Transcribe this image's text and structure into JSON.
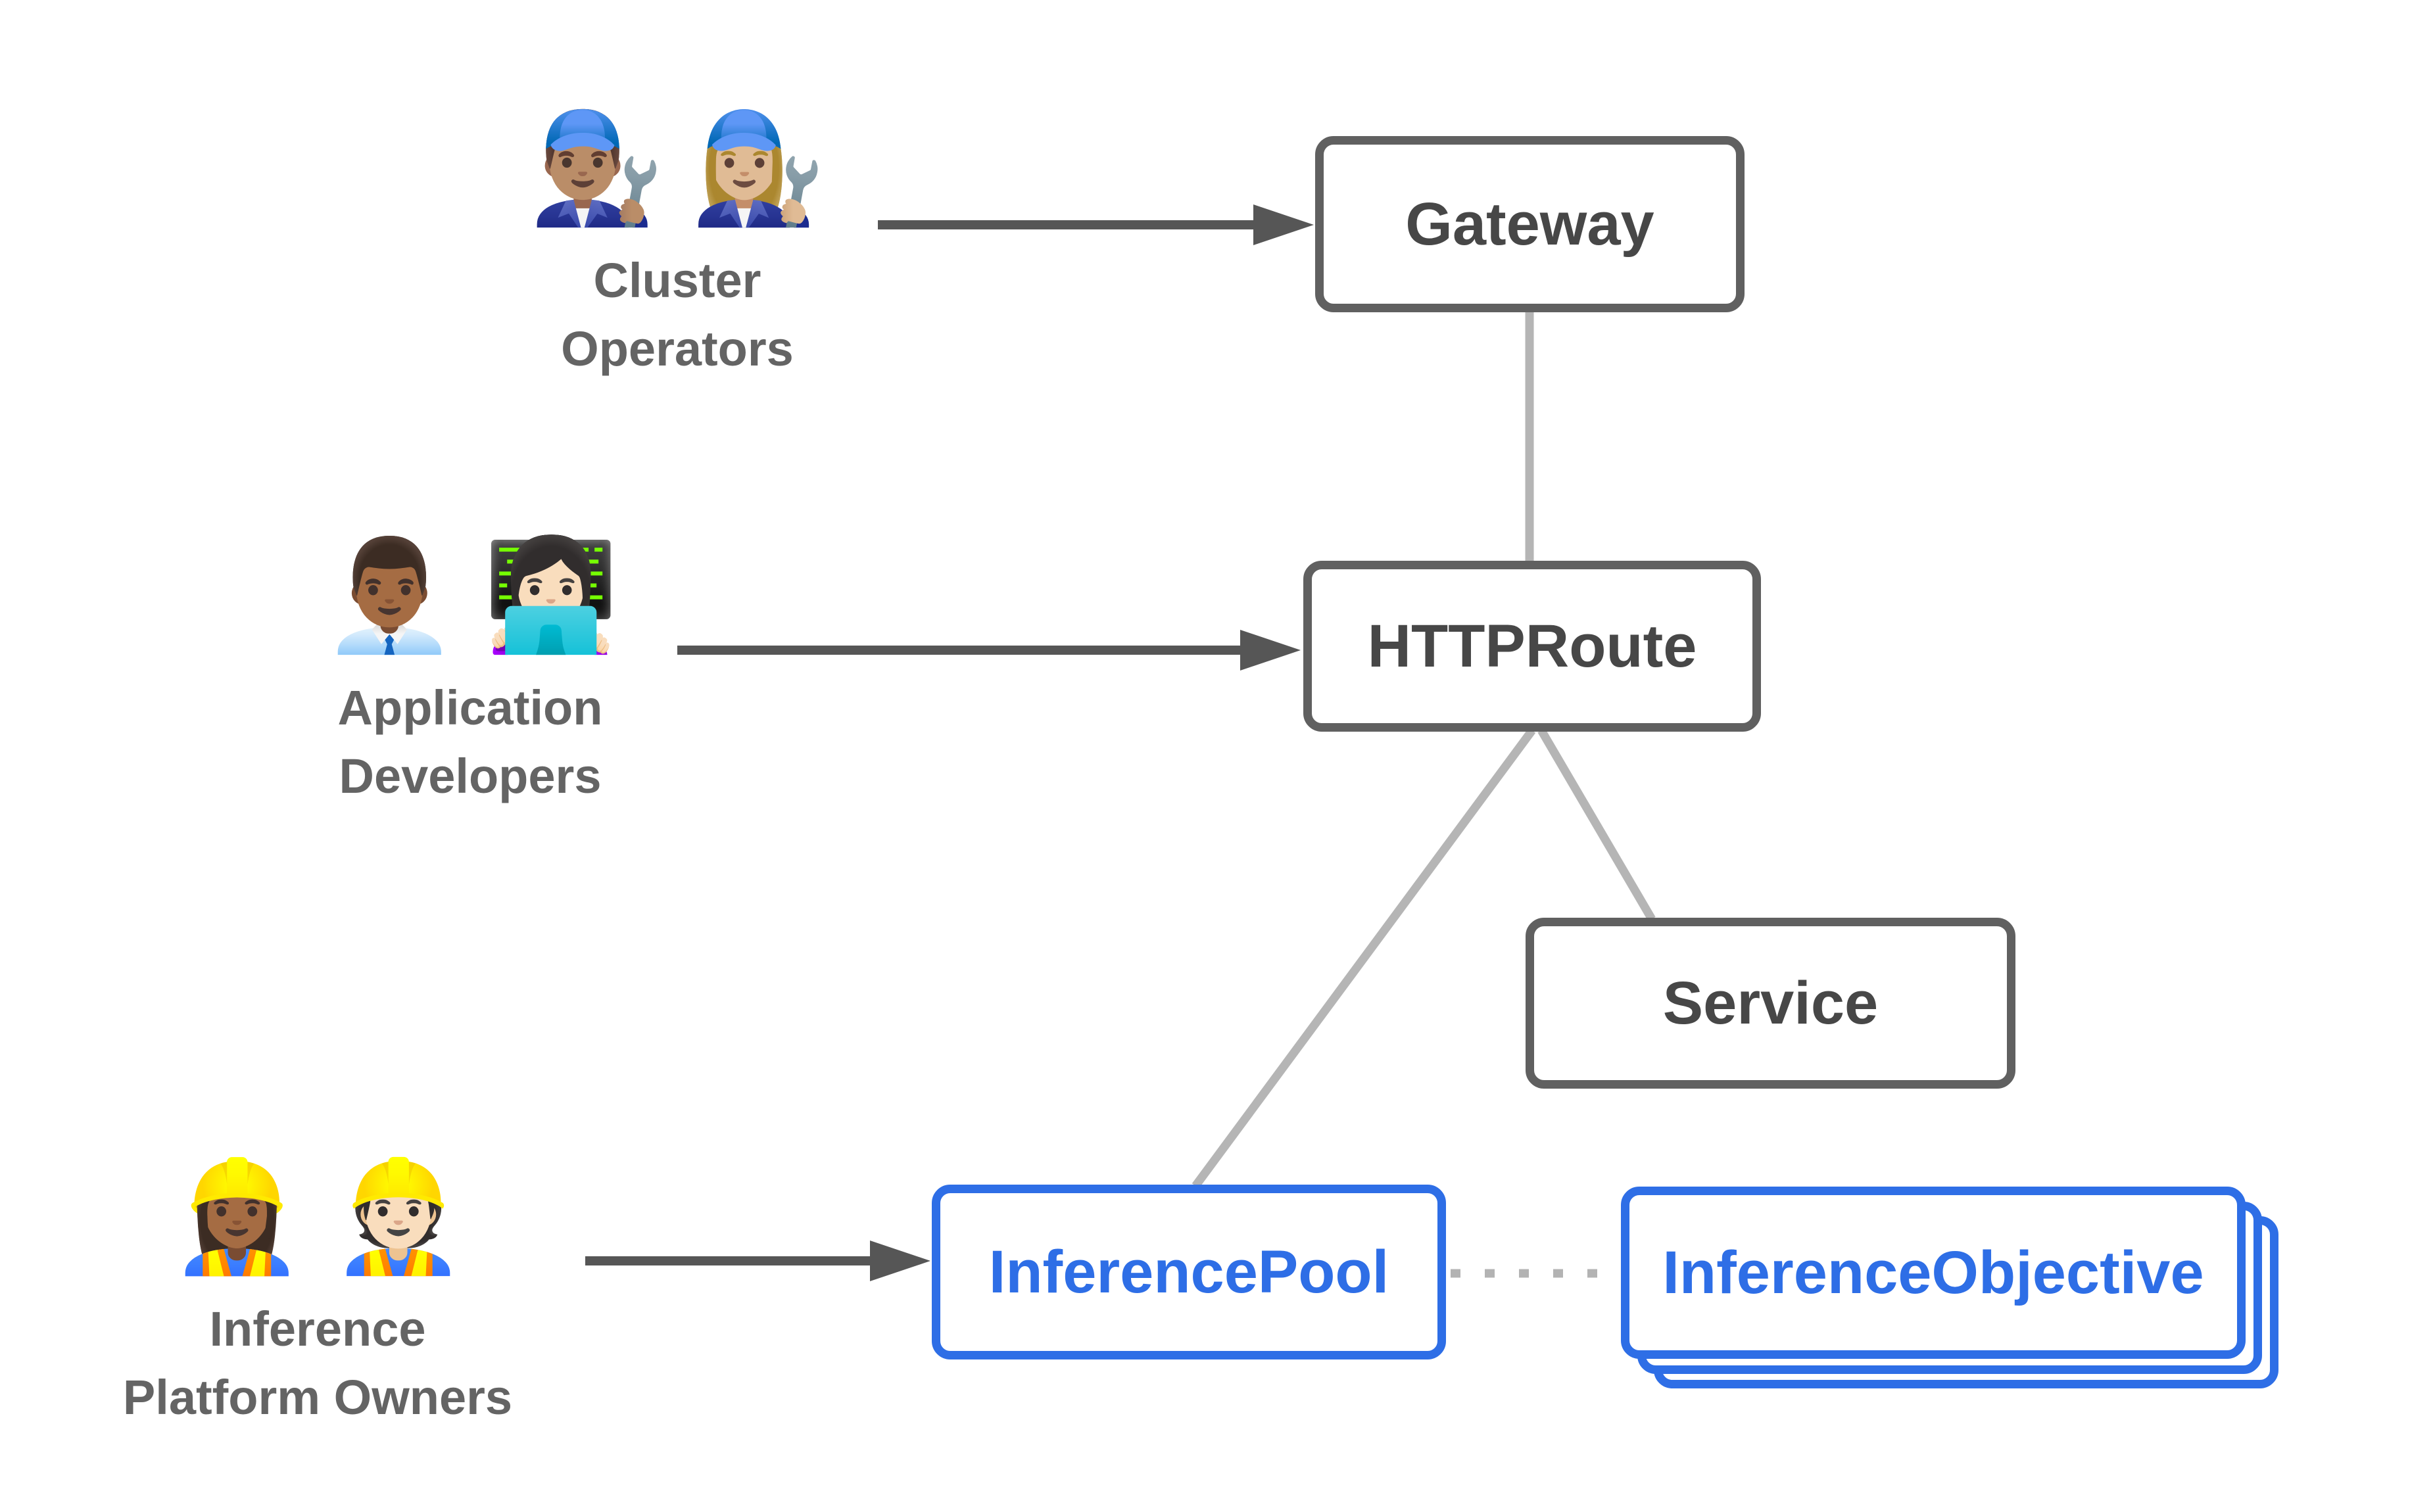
{
  "diagram": {
    "actors": [
      {
        "id": "cluster-operators",
        "emojis": [
          {
            "icon": "man-mechanic-emoji",
            "char": "👨🏽‍🔧"
          },
          {
            "icon": "woman-mechanic-emoji",
            "char": "👩🏼‍🔧"
          }
        ],
        "label_lines": [
          "Cluster",
          "Operators"
        ]
      },
      {
        "id": "application-developers",
        "emojis": [
          {
            "icon": "man-office-worker-emoji",
            "char": "👨🏾‍💼"
          },
          {
            "icon": "woman-technologist-emoji",
            "char": "👩🏻‍💻"
          }
        ],
        "label_lines": [
          "Application",
          "Developers"
        ]
      },
      {
        "id": "inference-platform-owners",
        "emojis": [
          {
            "icon": "woman-construction-worker-emoji",
            "char": "👷🏾‍♀️"
          },
          {
            "icon": "man-construction-worker-emoji",
            "char": "👷🏻"
          }
        ],
        "label_lines": [
          "Inference",
          "Platform Owners"
        ]
      }
    ],
    "nodes": [
      {
        "id": "gateway",
        "label": "Gateway",
        "variant": "gray"
      },
      {
        "id": "httproute",
        "label": "HTTPRoute",
        "variant": "gray"
      },
      {
        "id": "service",
        "label": "Service",
        "variant": "gray"
      },
      {
        "id": "inferencepool",
        "label": "InferencePool",
        "variant": "blue"
      },
      {
        "id": "inferenceobjective",
        "label": "InferenceObjective",
        "variant": "blue",
        "stacked": true
      }
    ],
    "edges": [
      {
        "id": "cluster-operators-to-gateway",
        "type": "arrow"
      },
      {
        "id": "application-developers-to-httproute",
        "type": "arrow"
      },
      {
        "id": "inference-platform-owners-to-inferencepool",
        "type": "arrow"
      },
      {
        "id": "gateway-to-httproute",
        "type": "line"
      },
      {
        "id": "httproute-to-inferencepool",
        "type": "line"
      },
      {
        "id": "httproute-to-service",
        "type": "line"
      },
      {
        "id": "inferencepool-to-inferenceobjective",
        "type": "dotted"
      }
    ],
    "colors": {
      "background": "#ffffff",
      "node_border_gray": "#606060",
      "node_text_gray": "#474747",
      "node_blue": "#2e6ee6",
      "connector_gray": "#b5b5b5",
      "dotted_gray": "#b3b3b3",
      "arrow_dark_gray": "#565656",
      "actor_label_gray": "#646464"
    }
  }
}
